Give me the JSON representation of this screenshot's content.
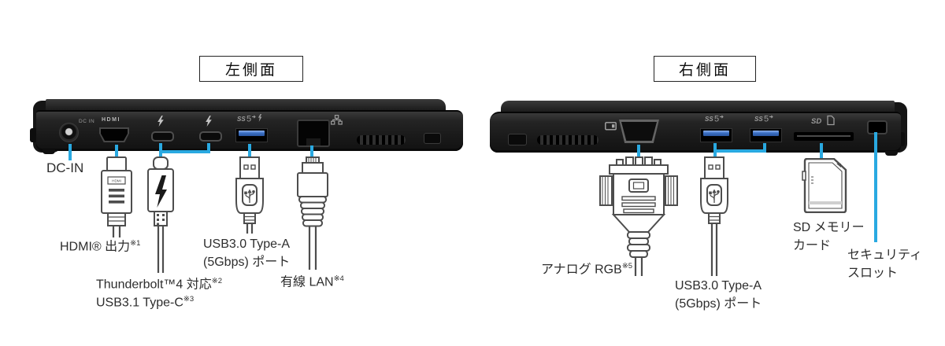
{
  "diagram": {
    "left": {
      "title": "左側面",
      "markings": {
        "dc_in": "DC IN",
        "hdmi": "HDMI"
      },
      "labels": {
        "dc_in": "DC-IN",
        "hdmi": {
          "text": "HDMI® 出力",
          "note": "※1"
        },
        "tb_line1": {
          "text": "Thunderbolt™4 対応",
          "note": "※2"
        },
        "tb_line2": {
          "text": "USB3.1 Type-C",
          "note": "※3"
        },
        "usb_line1": "USB3.0 Type-A",
        "usb_line2": "(5Gbps) ポート",
        "lan": {
          "text": "有線 LAN",
          "note": "※4"
        }
      }
    },
    "right": {
      "title": "右側面",
      "labels": {
        "rgb": {
          "text": "アナログ RGB",
          "note": "※5"
        },
        "usb_line1": "USB3.0 Type-A",
        "usb_line2": "(5Gbps) ポート",
        "sd_line1": "SD メモリー",
        "sd_line2": "カード",
        "security_line1": "セキュリティ",
        "security_line2": "スロット"
      }
    },
    "icons": {
      "usb_superspeed_prefix": "SS",
      "usb_superspeed_number": "5",
      "sd_logo": "SD"
    },
    "colors": {
      "callout": "#29a9e1",
      "usb_port": "#3a6fc4"
    }
  }
}
